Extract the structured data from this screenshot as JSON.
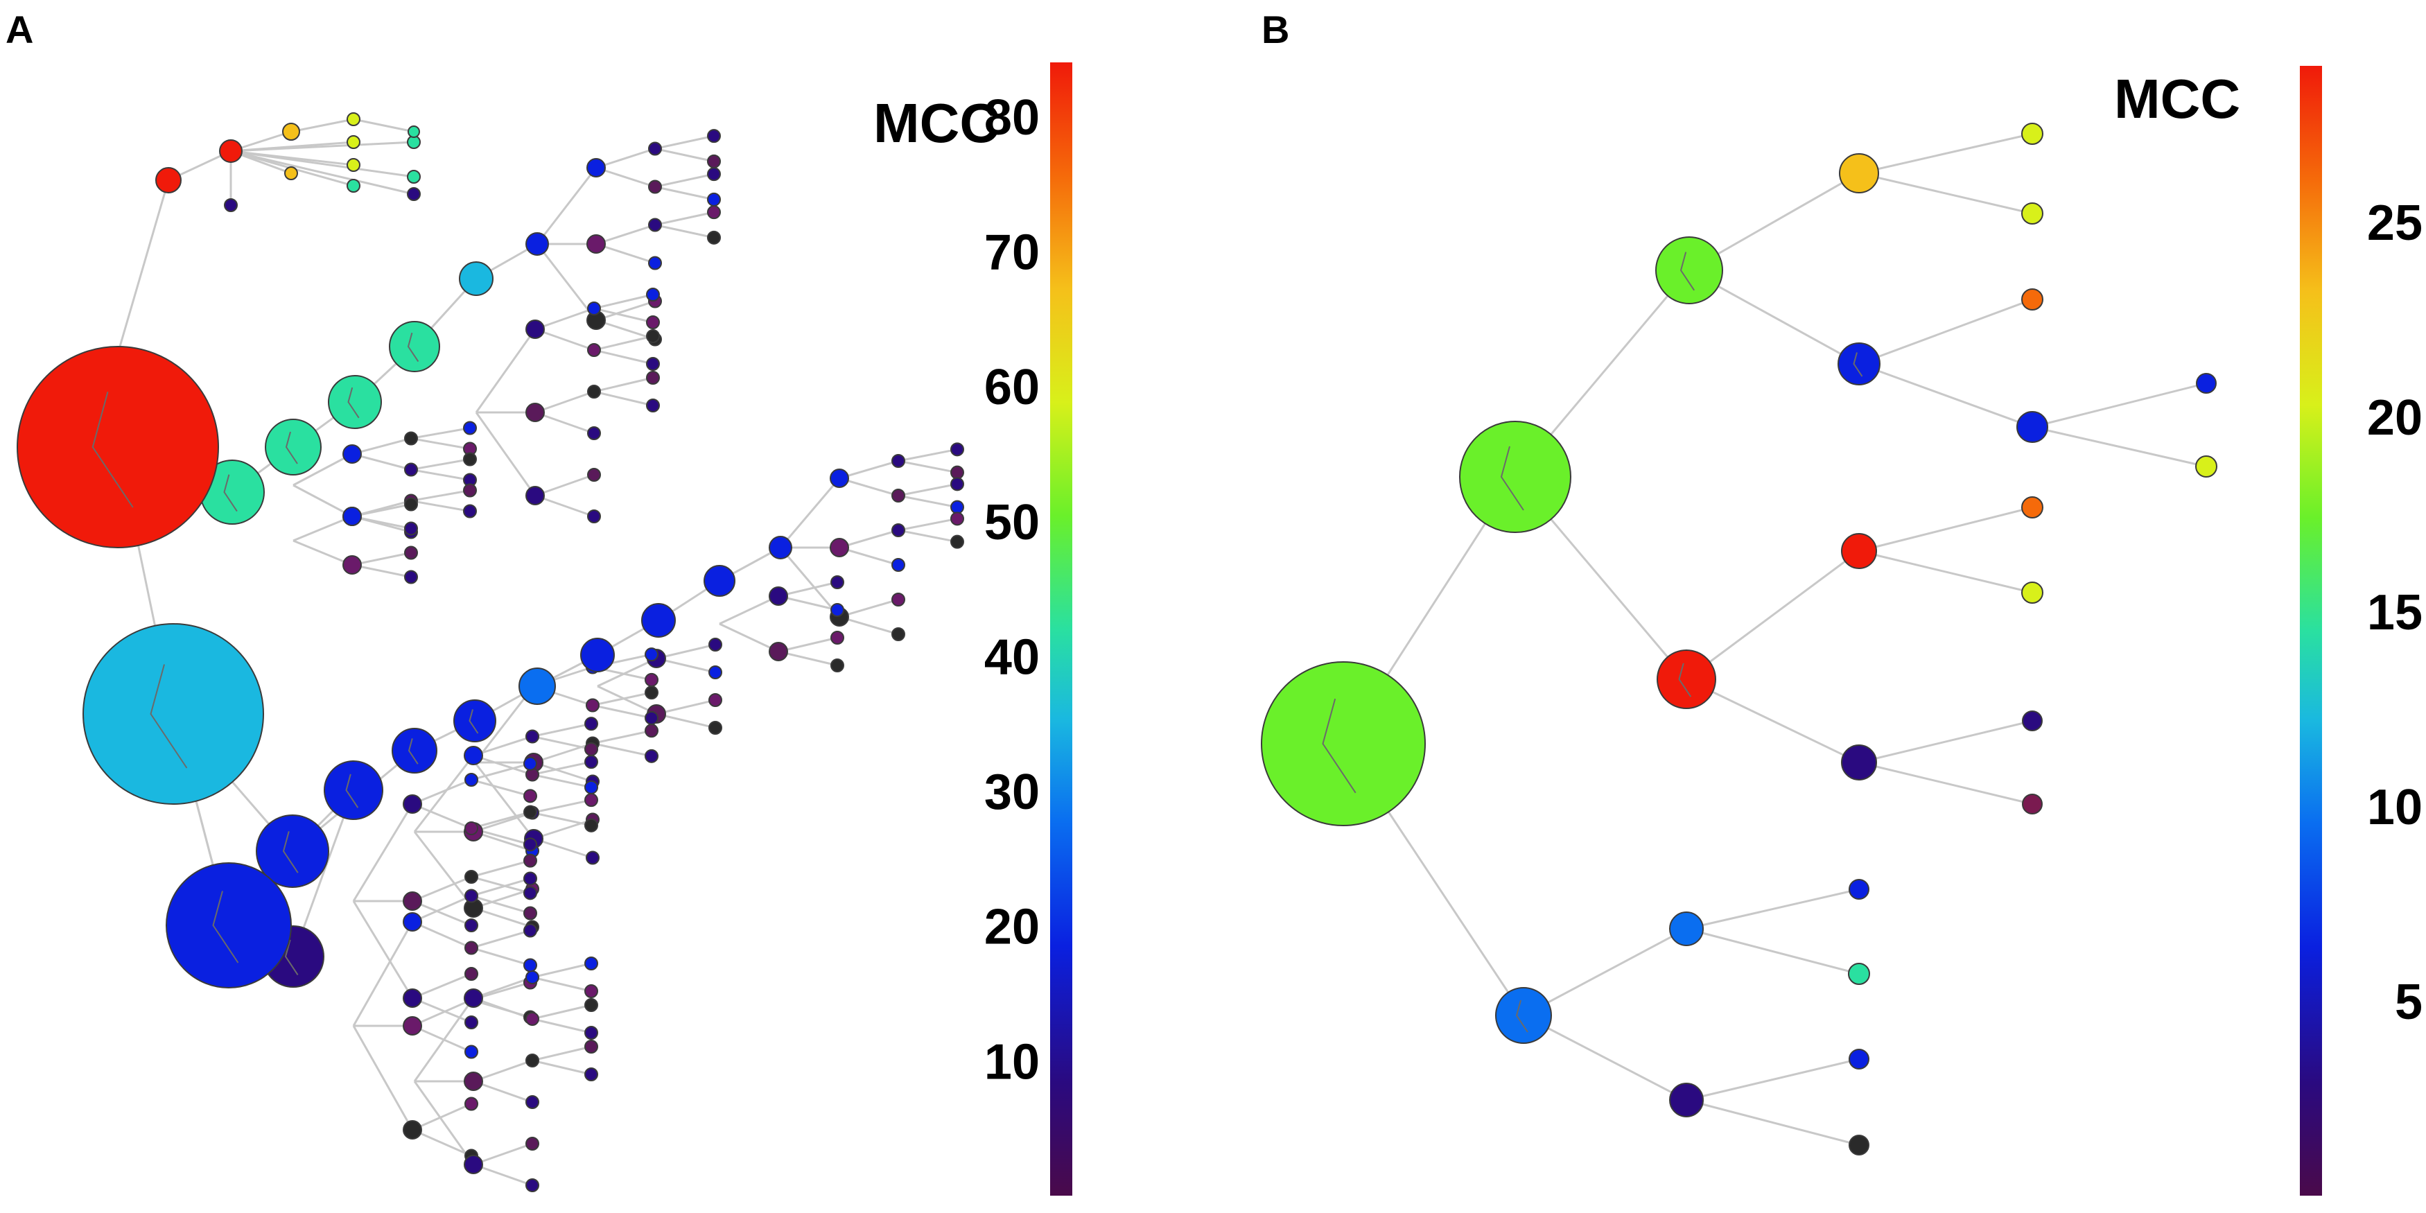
{
  "figure": {
    "panels": [
      {
        "id": "A",
        "label": "A",
        "legend": {
          "title": "MCC",
          "min": 0,
          "max": 84,
          "ticks": [
            "10",
            "20",
            "30",
            "40",
            "50",
            "60",
            "70",
            "80"
          ]
        }
      },
      {
        "id": "B",
        "label": "B",
        "legend": {
          "title": "MCC",
          "min": 0,
          "max": 29,
          "ticks": [
            "5",
            "10",
            "15",
            "20",
            "25"
          ]
        }
      }
    ],
    "colormap": [
      "#4a0a4a",
      "#2a0a80",
      "#0a20e0",
      "#0a6ef0",
      "#1ab8e0",
      "#2ae0a0",
      "#6af02a",
      "#d8f01a",
      "#f5c01a",
      "#f56a0a",
      "#f01a0a"
    ]
  }
}
